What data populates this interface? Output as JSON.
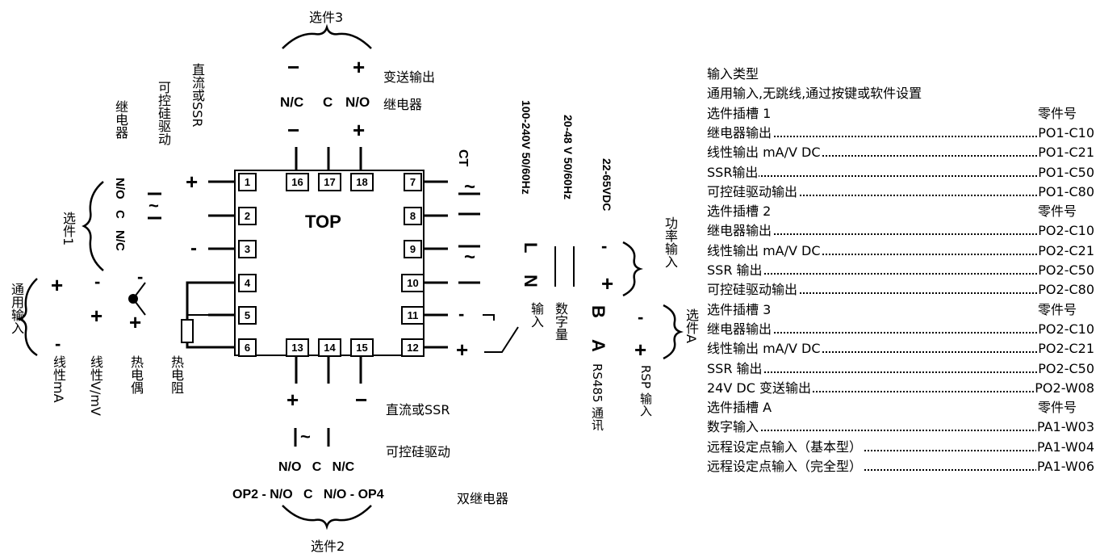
{
  "diagram": {
    "center_label": "TOP",
    "terminals": {
      "left": [
        "1",
        "2",
        "3",
        "4",
        "5",
        "6"
      ],
      "right": [
        "7",
        "8",
        "9",
        "10",
        "11",
        "12"
      ],
      "top": [
        "16",
        "17",
        "18"
      ],
      "bottom": [
        "13",
        "14",
        "15"
      ]
    },
    "option3": {
      "title": "选件3",
      "minus_sign": "−",
      "plus_sign": "+",
      "transmit_label": "变送输出",
      "nc": "N/C",
      "c": "C",
      "no": "N/O",
      "relay_label": "继电器"
    },
    "option1": {
      "relay_label": "继电器",
      "scr_label": "可控硅驱动",
      "dc_ssr_label": "直流或SSR",
      "no": "N/O",
      "c": "C",
      "nc": "N/C",
      "option_label": "选件1",
      "plus": "+",
      "minus": "-"
    },
    "input": {
      "universal_label": "通用输入",
      "plus": "+",
      "minus": "-",
      "linear_ma": "线性mA",
      "linear_v": "线性V/mV",
      "thermocouple": "热电偶",
      "rtd": "热电阻"
    },
    "option2": {
      "plus": "+",
      "minus": "−",
      "dc_ssr_label": "直流或SSR",
      "scr_symbol": "|~|",
      "scr_label": "可控硅驱动",
      "relay_row": "N/O   C   N/C",
      "dual_row": "OP2 - N/O   C   N/O - OP4",
      "dual_relay_label": "双继电器",
      "title": "选件2"
    },
    "right_side": {
      "ct": "CT",
      "power_100": "100-240V 50/60Hz",
      "power_20": "20-48 V 50/60Hz",
      "power_22": "22-65VDC",
      "L": "L",
      "N": "N",
      "power_input": "功率输入",
      "minus": "-",
      "plus": "+",
      "input_label": "输入",
      "digital_label": "数字量",
      "B": "B",
      "A": "A",
      "rs485": "RS485 通讯",
      "option_a": "选件A",
      "rsp_input": "RSP 输入"
    }
  },
  "table": {
    "rows": [
      {
        "label": "输入类型",
        "part": "",
        "type": "plain"
      },
      {
        "label": "通用输入,无跳线,通过按键或软件设置",
        "part": "",
        "type": "plain"
      },
      {
        "label": "选件插槽 1",
        "part": "零件号",
        "type": "head"
      },
      {
        "label": "继电器输出",
        "part": "PO1-C10",
        "type": "lead"
      },
      {
        "label": "线性输出 mA/V DC",
        "part": "PO1-C21",
        "type": "lead"
      },
      {
        "label": "SSR输出",
        "part": "PO1-C50",
        "type": "lead"
      },
      {
        "label": "可控硅驱动输出",
        "part": "PO1-C80",
        "type": "lead"
      },
      {
        "label": "选件插槽 2",
        "part": "零件号",
        "type": "head"
      },
      {
        "label": "继电器输出",
        "part": "PO2-C10",
        "type": "lead"
      },
      {
        "label": "线性输出 mA/V DC",
        "part": "PO2-C21",
        "type": "lead"
      },
      {
        "label": "SSR 输出",
        "part": "PO2-C50",
        "type": "lead"
      },
      {
        "label": "可控硅驱动输出",
        "part": "PO2-C80",
        "type": "lead"
      },
      {
        "label": "选件插槽 3",
        "part": "零件号",
        "type": "head"
      },
      {
        "label": "继电器输出",
        "part": "PO2-C10",
        "type": "lead"
      },
      {
        "label": "线性输出 mA/V DC",
        "part": "PO2-C21",
        "type": "lead"
      },
      {
        "label": "SSR 输出",
        "part": "PO2-C50",
        "type": "lead"
      },
      {
        "label": "24V DC 变送输出",
        "part": "PO2-W08",
        "type": "lead"
      },
      {
        "label": "选件插槽 A",
        "part": "零件号",
        "type": "head"
      },
      {
        "label": "数字输入",
        "part": "PA1-W03",
        "type": "lead"
      },
      {
        "label": "远程设定点输入（基本型）",
        "part": "PA1-W04",
        "type": "lead"
      },
      {
        "label": "远程设定点输入（完全型）",
        "part": "PA1-W06",
        "type": "lead"
      }
    ]
  }
}
